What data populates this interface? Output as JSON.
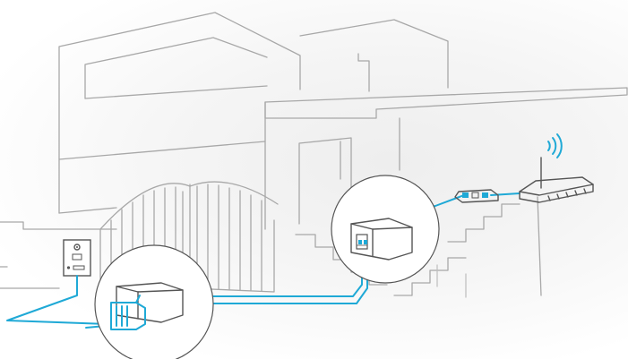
{
  "colors": {
    "cable": "#1fa9d6",
    "outline": "#a8a8a8",
    "device": "#555555",
    "background": "#f2f2f2"
  },
  "scene": {
    "elements": [
      {
        "name": "house",
        "icon": "house-outline"
      },
      {
        "name": "gate",
        "icon": "gate-outline"
      },
      {
        "name": "door-station",
        "icon": "intercom-icon"
      },
      {
        "name": "poe-injector",
        "icon": "poe-switch-icon"
      },
      {
        "name": "network-switch",
        "icon": "switch-icon"
      },
      {
        "name": "wifi-router",
        "icon": "router-icon"
      },
      {
        "name": "wifi-signal",
        "icon": "wifi-icon"
      },
      {
        "name": "ethernet-plug",
        "icon": "rj45-icon"
      }
    ]
  }
}
